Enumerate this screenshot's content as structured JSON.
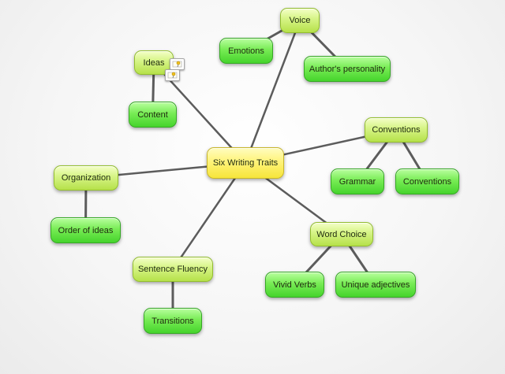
{
  "colors": {
    "central_node": "#fff37a",
    "branch_node": "#d8f58a",
    "leaf_node": "#78ec55",
    "connector": "#5c5c5c"
  },
  "nodes": {
    "center": "Six Writing Traits",
    "ideas": "Ideas",
    "content": "Content",
    "voice": "Voice",
    "emotions": "Emotions",
    "authors_personality": "Author's personality",
    "conventions": "Conventions",
    "grammar": "Grammar",
    "conventions_leaf": "Conventions",
    "organization": "Organization",
    "order_of_ideas": "Order of ideas",
    "word_choice": "Word Choice",
    "vivid_verbs": "Vivid Verbs",
    "unique_adjectives": "Unique adjectives",
    "sentence_fluency": "Sentence Fluency",
    "transitions": "Transitions"
  },
  "edges": [
    [
      "center",
      "ideas"
    ],
    [
      "center",
      "voice"
    ],
    [
      "center",
      "conventions"
    ],
    [
      "center",
      "organization"
    ],
    [
      "center",
      "word_choice"
    ],
    [
      "center",
      "sentence_fluency"
    ],
    [
      "ideas",
      "content"
    ],
    [
      "voice",
      "emotions"
    ],
    [
      "voice",
      "authors_personality"
    ],
    [
      "conventions",
      "grammar"
    ],
    [
      "conventions",
      "conventions_leaf"
    ],
    [
      "organization",
      "order_of_ideas"
    ],
    [
      "word_choice",
      "vivid_verbs"
    ],
    [
      "word_choice",
      "unique_adjectives"
    ],
    [
      "sentence_fluency",
      "transitions"
    ]
  ],
  "icons": {
    "ideas_attachments": [
      "note-icon",
      "note-icon"
    ]
  }
}
